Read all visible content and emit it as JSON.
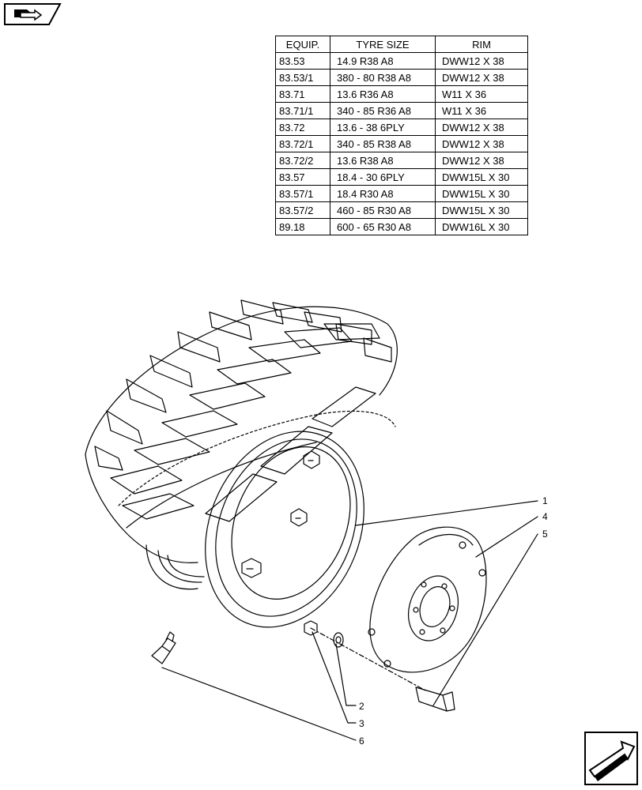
{
  "table": {
    "headers": [
      "EQUIP.",
      "TYRE SIZE",
      "RIM"
    ],
    "rows": [
      [
        "83.53",
        "14.9 R38 A8",
        "DWW12 X 38"
      ],
      [
        "83.53/1",
        "380 - 80 R38 A8",
        "DWW12 X 38"
      ],
      [
        "83.71",
        "13.6 R36 A8",
        "W11 X 36"
      ],
      [
        "83.71/1",
        "340 - 85 R36 A8",
        "W11 X 36"
      ],
      [
        "83.72",
        "13.6 - 38 6PLY",
        "DWW12 X 38"
      ],
      [
        "83.72/1",
        "340 - 85 R38 A8",
        "DWW12 X 38"
      ],
      [
        "83.72/2",
        "13.6 R38 A8",
        "DWW12 X 38"
      ],
      [
        "83.57",
        "18.4 - 30 6PLY",
        "DWW15L X 30"
      ],
      [
        "83.57/1",
        "18.4 R30 A8",
        "DWW15L X 30"
      ],
      [
        "83.57/2",
        "460 - 85 R30 A8",
        "DWW15L X 30"
      ],
      [
        "89.18",
        "600 - 65 R30 A8",
        "DWW16L X 30"
      ]
    ]
  },
  "callouts": {
    "c1": "1",
    "c2": "2",
    "c3": "3",
    "c4": "4",
    "c5": "5",
    "c6": "6"
  },
  "icons": {
    "top_left": "book-arrow-icon",
    "bottom_right": "next-page-arrow-icon"
  }
}
